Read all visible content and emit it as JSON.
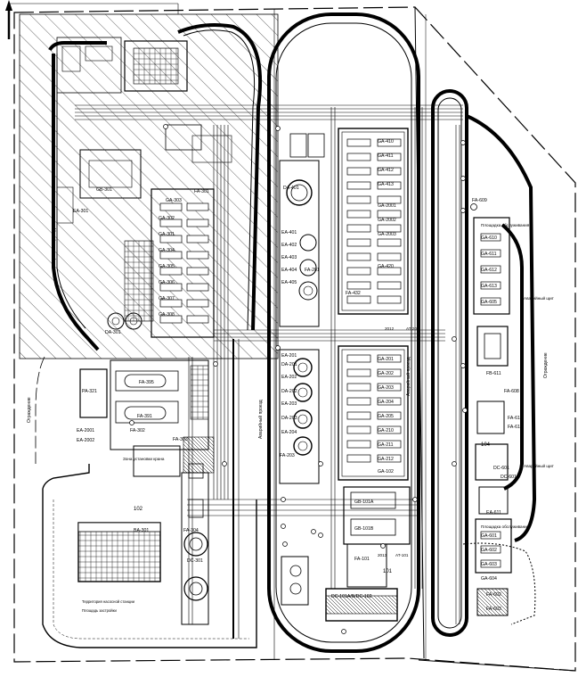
{
  "zones": {
    "left_upper": {
      "equipment": [
        {
          "tag": "GB-301"
        },
        {
          "tag": "GA-303"
        },
        {
          "tag": "GA-302"
        },
        {
          "tag": "GA-301"
        },
        {
          "tag": "GA-304"
        },
        {
          "tag": "GA-305"
        },
        {
          "tag": "GA-306"
        },
        {
          "tag": "GA-307"
        },
        {
          "tag": "GA-308"
        },
        {
          "tag": "FA-301"
        },
        {
          "tag": "DA-301"
        },
        {
          "tag": "EA-301"
        }
      ]
    },
    "left_middle": {
      "equipment": [
        {
          "tag": "PA-321"
        },
        {
          "tag": "FA-395"
        },
        {
          "tag": "FA-391"
        },
        {
          "tag": "EA-2001"
        },
        {
          "tag": "EA-2002"
        },
        {
          "tag": "FA-302"
        },
        {
          "tag": "FA-303"
        }
      ],
      "notes": [
        {
          "text": "Зона установки крана"
        }
      ]
    },
    "left_lower": {
      "equipment": [
        {
          "tag": "BA-301"
        },
        {
          "tag": "DC-301"
        },
        {
          "tag": "FA-304"
        }
      ],
      "section_label": "102"
    },
    "center": {
      "equipment": [
        {
          "tag": "DA-401"
        },
        {
          "tag": "EA-401"
        },
        {
          "tag": "EA-402"
        },
        {
          "tag": "EA-403"
        },
        {
          "tag": "EA-404"
        },
        {
          "tag": "EA-405"
        },
        {
          "tag": "GA-410"
        },
        {
          "tag": "GA-411"
        },
        {
          "tag": "GA-412"
        },
        {
          "tag": "GA-413"
        },
        {
          "tag": "GA-2001"
        },
        {
          "tag": "GA-2002"
        },
        {
          "tag": "GA-2003"
        },
        {
          "tag": "GA-420"
        },
        {
          "tag": "FA-432"
        },
        {
          "tag": "FA-201"
        },
        {
          "tag": "DA-201"
        },
        {
          "tag": "DA-202"
        },
        {
          "tag": "DA-203"
        },
        {
          "tag": "EA-201"
        },
        {
          "tag": "EA-202"
        },
        {
          "tag": "EA-203"
        },
        {
          "tag": "EA-204"
        },
        {
          "tag": "GA-201"
        },
        {
          "tag": "GA-202"
        },
        {
          "tag": "GA-203"
        },
        {
          "tag": "GA-204"
        },
        {
          "tag": "GA-205"
        },
        {
          "tag": "GA-210"
        },
        {
          "tag": "GA-211"
        },
        {
          "tag": "GA-212"
        },
        {
          "tag": "GA-102"
        },
        {
          "tag": "FA-203"
        },
        {
          "tag": "GB-101A"
        },
        {
          "tag": "GB-101B"
        },
        {
          "tag": "FA-101"
        },
        {
          "tag": "DC-101A/B/DC-102"
        }
      ],
      "notes": [
        {
          "text": "2012"
        },
        {
          "text": "AT-201"
        },
        {
          "text": "2013"
        },
        {
          "text": "AT-101"
        }
      ],
      "section_label": "101"
    },
    "right": {
      "equipment": [
        {
          "tag": "FA-609"
        },
        {
          "tag": "GA-610"
        },
        {
          "tag": "GA-611"
        },
        {
          "tag": "GA-612"
        },
        {
          "tag": "GA-613"
        },
        {
          "tag": "GA-605"
        },
        {
          "tag": "FB-611"
        },
        {
          "tag": "FA-608"
        },
        {
          "tag": "FA-610"
        },
        {
          "tag": "FA-611"
        },
        {
          "tag": "DC-601"
        },
        {
          "tag": "DC-601A"
        },
        {
          "tag": "GA-601"
        },
        {
          "tag": "GA-602"
        },
        {
          "tag": "GA-603"
        },
        {
          "tag": "GA-604"
        },
        {
          "tag": "FA-602"
        },
        {
          "tag": "FA-603"
        },
        {
          "tag": "EA-611"
        }
      ],
      "notes": [
        {
          "text": "Площадка обслуживания"
        },
        {
          "text": "Площадка обслуживания"
        },
        {
          "text": "Аварийный щит"
        },
        {
          "text": "Аварийный щит"
        }
      ],
      "section_label": "104"
    }
  },
  "rotated_labels": [
    {
      "text": "Аварийный проезд"
    },
    {
      "text": "Аварийный проезд"
    },
    {
      "text": "Аварийный проезд"
    },
    {
      "text": "Ограждение"
    },
    {
      "text": "Ограждение"
    }
  ],
  "legend_notes": [
    {
      "text": "Территория насосной станции"
    },
    {
      "text": "Площадь застройки"
    }
  ],
  "colors": {
    "ink": "#000000",
    "paper": "#ffffff"
  }
}
